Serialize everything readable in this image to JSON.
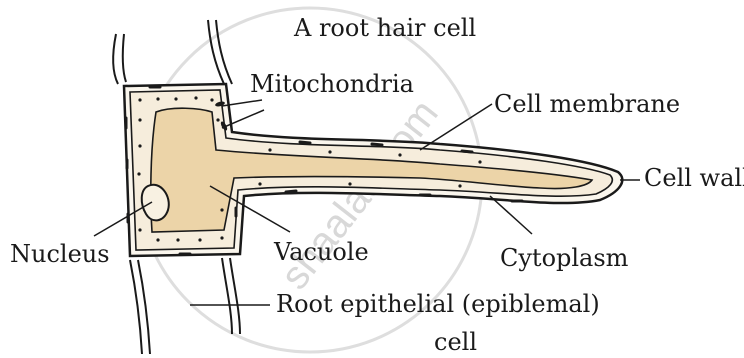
{
  "title": "A root hair cell",
  "labels": {
    "mitochondria": "Mitochondria",
    "cell_membrane": "Cell membrane",
    "cell_wall": "Cell wall",
    "nucleus": "Nucleus",
    "vacuole": "Vacuole",
    "cytoplasm": "Cytoplasm",
    "epithelial_line1": "Root epithelial (epiblemal)",
    "epithelial_line2": "cell"
  },
  "watermark": "shaalaa.com",
  "colors": {
    "line": "#1a1a1a",
    "cytoplasm": "#f6eddc",
    "vacuole": "#ecd4a8",
    "watermark": "#d8d8d8"
  }
}
